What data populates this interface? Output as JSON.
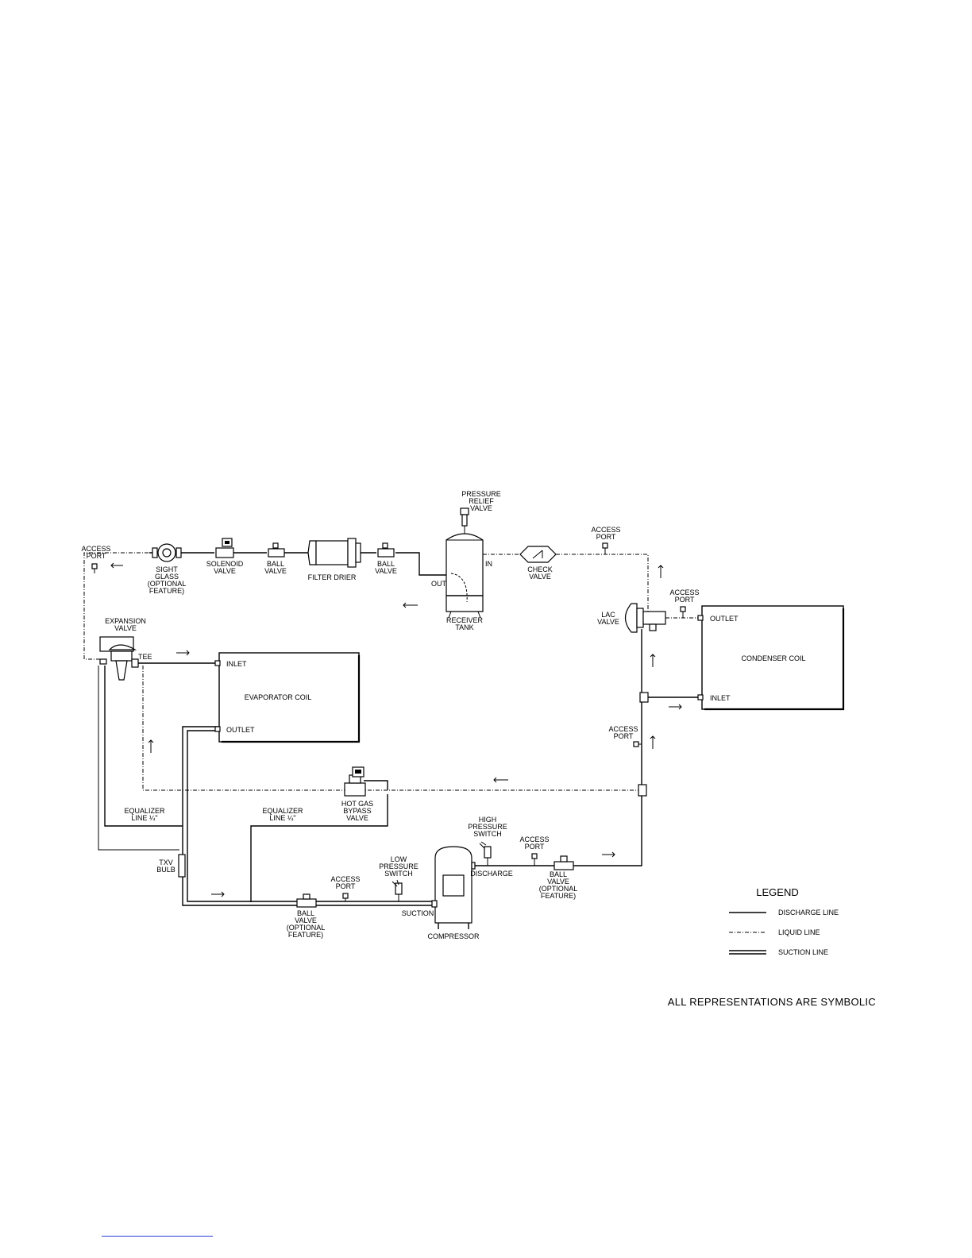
{
  "labels": {
    "access_port_top_left": [
      "ACCESS",
      "PORT"
    ],
    "sight_glass": [
      "SIGHT",
      "GLASS",
      "(OPTIONAL",
      "FEATURE)"
    ],
    "solenoid_valve": [
      "SOLENOID",
      "VALVE"
    ],
    "ball_valve_liquid": [
      "BALL",
      "VALVE"
    ],
    "filter_drier": "FILTER DRIER",
    "ball_valve_receiver": [
      "BALL",
      "VALVE"
    ],
    "pressure_relief_valve": [
      "PRESSURE",
      "RELIEF",
      "VALVE"
    ],
    "receiver_out": "OUT",
    "receiver_in": "IN",
    "receiver_tank": [
      "RECEIVER",
      "TANK"
    ],
    "access_port_top_right": [
      "ACCESS",
      "PORT"
    ],
    "check_valve": [
      "CHECK",
      "VALVE"
    ],
    "access_port_condenser": [
      "ACCESS",
      "PORT"
    ],
    "lac_valve": [
      "LAC",
      "VALVE"
    ],
    "condenser_outlet": "OUTLET",
    "condenser_inlet": "INLET",
    "condenser_coil": "CONDENSER COIL",
    "expansion_valve": [
      "EXPANSION",
      "VALVE"
    ],
    "tee": "TEE",
    "evaporator_inlet": "INLET",
    "evaporator_outlet": "OUTLET",
    "evaporator_coil": "EVAPORATOR COIL",
    "access_port_mid_right": [
      "ACCESS",
      "PORT"
    ],
    "hot_gas_bypass_valve": [
      "HOT GAS",
      "BYPASS",
      "VALVE"
    ],
    "equalizer_line_left": [
      "EQUALIZER",
      "LINE ¼\""
    ],
    "equalizer_line_mid": [
      "EQUALIZER",
      "LINE ¼\""
    ],
    "txv_bulb": [
      "TXV",
      "BULB"
    ],
    "high_pressure_switch": [
      "HIGH",
      "PRESSURE",
      "SWITCH"
    ],
    "access_port_discharge": [
      "ACCESS",
      "PORT"
    ],
    "discharge": "DISCHARGE",
    "ball_valve_discharge": [
      "BALL",
      "VALVE",
      "(OPTIONAL",
      "FEATURE)"
    ],
    "low_pressure_switch": [
      "LOW",
      "PRESSURE",
      "SWITCH"
    ],
    "access_port_suction": [
      "ACCESS",
      "PORT"
    ],
    "suction": "SUCTION",
    "ball_valve_suction": [
      "BALL",
      "VALVE",
      "(OPTIONAL",
      "FEATURE)"
    ],
    "compressor": "COMPRESSOR"
  },
  "legend": {
    "title": "LEGEND",
    "items": [
      "DISCHARGE LINE",
      "LIQUID LINE",
      "SUCTION LINE"
    ]
  },
  "footnote": "ALL REPRESENTATIONS ARE SYMBOLIC"
}
